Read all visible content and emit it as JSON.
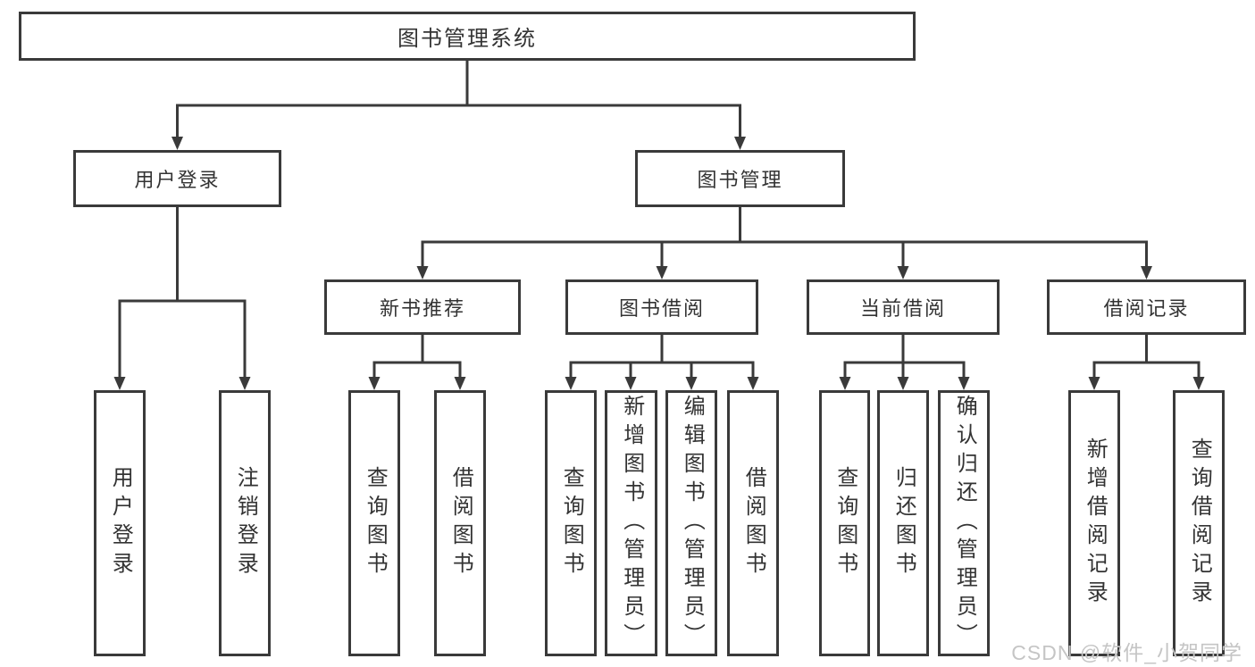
{
  "colors": {
    "background": "#ffffff",
    "line": "#3a3a3a",
    "box_border": "#3a3a3a",
    "text": "#333333",
    "watermark": "#c5c5c5"
  },
  "watermark": {
    "text": "CSDN @软件_小贺同学"
  },
  "diagram": {
    "type": "hierarchy-tree",
    "root": {
      "label": "图书管理系统",
      "children": [
        {
          "label": "用户登录",
          "children": [
            {
              "label": "用户登录"
            },
            {
              "label": "注销登录"
            }
          ]
        },
        {
          "label": "图书管理",
          "children": [
            {
              "label": "新书推荐",
              "children": [
                {
                  "label": "查询图书"
                },
                {
                  "label": "借阅图书"
                }
              ]
            },
            {
              "label": "图书借阅",
              "children": [
                {
                  "label": "查询图书"
                },
                {
                  "label": "新增图书（管理员）"
                },
                {
                  "label": "编辑图书（管理员）"
                },
                {
                  "label": "借阅图书"
                }
              ]
            },
            {
              "label": "当前借阅",
              "children": [
                {
                  "label": "查询图书"
                },
                {
                  "label": "归还图书"
                },
                {
                  "label": "确认归还（管理员）"
                }
              ]
            },
            {
              "label": "借阅记录",
              "children": [
                {
                  "label": "新增借阅记录"
                },
                {
                  "label": "查询借阅记录"
                }
              ]
            }
          ]
        }
      ]
    }
  }
}
